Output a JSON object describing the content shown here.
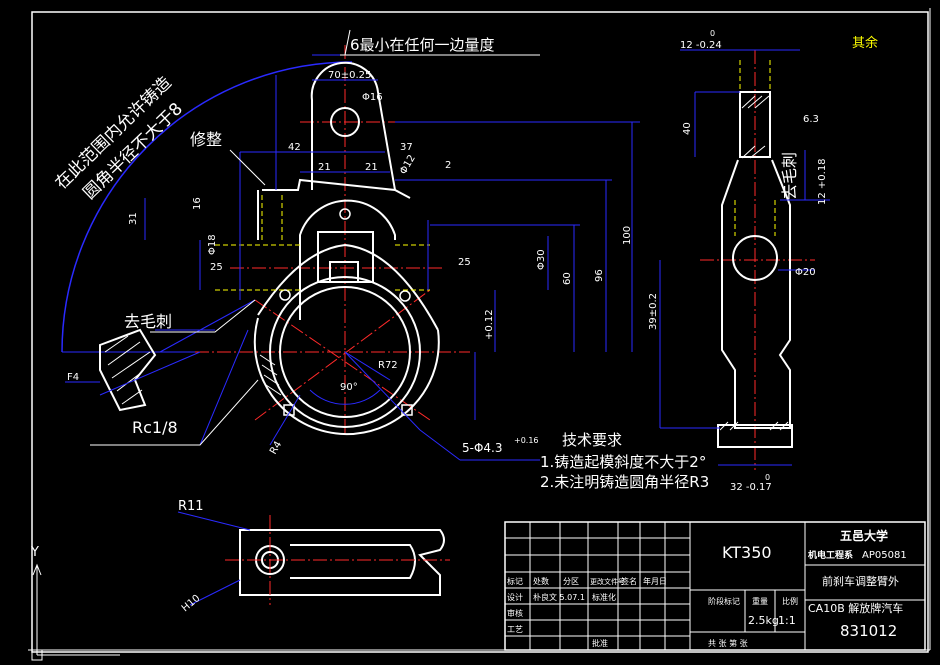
{
  "annotations": {
    "min_edge": "6最小在任何一边量度",
    "arc_note_1": "在此范围内允许铸造",
    "arc_note_2": "圆角半径不大于8",
    "trim": "修整",
    "deburr_left": "去毛刺",
    "deburr_right": "去毛刺",
    "other": "其余",
    "rc": "Rc1/8"
  },
  "tech_req": {
    "title": "技术要求",
    "item1": "1.铸造起模斜度不大于2°",
    "item2": "2.未注明铸造圆角半径R3"
  },
  "dims": {
    "d70": "70±0.25",
    "d16": "Φ16",
    "d42": "42",
    "d37": "37",
    "d21a": "21",
    "d21b": "21",
    "d12phi": "Φ12",
    "d2": "2",
    "d31": "31",
    "d16v": "16",
    "d100": "100",
    "d96": "96",
    "d60": "60",
    "d30": "Φ30",
    "r25a": "25",
    "r25b": "25",
    "r72": "R72",
    "d90": "90°",
    "hole": "5-Φ4.3",
    "hole_tol": "+0.16",
    "r11": "R11",
    "h10": "H10",
    "top12": "12 -0.24",
    "top0": "0",
    "bot32": "32 -0.17",
    "bot0": "0",
    "s40": "40",
    "s39": "39±0.2",
    "s20": "Φ20",
    "s12": "12 +0.18",
    "rough63": "6.3",
    "f4": "F4",
    "r4": "R4",
    "d12": "+0.12",
    "d18": "Φ18"
  },
  "title_block": {
    "material": "KT350",
    "school": "五邑大学",
    "dept": "机电工程系",
    "code": "AP05081",
    "part_name": "前刹车调整臂外",
    "car": "CA10B 解放牌汽车",
    "number": "831012",
    "weight": "2.5kg",
    "scale": "1:1",
    "row_labels": [
      "标记",
      "处数",
      "分区",
      "更改文件号",
      "签名",
      "年月日"
    ],
    "design": "设计",
    "design_info": "朴良文 5.07.1",
    "standard": "标准化",
    "check": "审核",
    "process": "工艺",
    "stage": "阶段标记",
    "weight_label": "重量",
    "scale_label": "比例",
    "sheets": "共 张 第 张",
    "approve": "批准"
  },
  "colors": {
    "bg": "#000000",
    "outline": "#ffffff",
    "dim": "#2a2aff",
    "center": "#ff2a2a",
    "hidden": "#ffff00",
    "hatch": "#ffffff"
  }
}
